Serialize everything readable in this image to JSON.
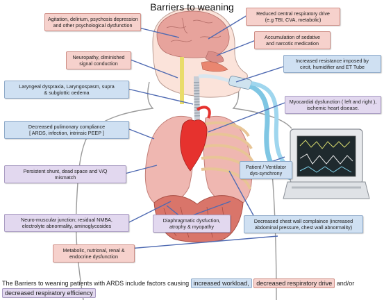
{
  "title": "Barriers to weaning",
  "boxes": {
    "agitation": [
      "Agitation, delirium, psychosis depression",
      "and other psychological dysfunction"
    ],
    "neuropathy": [
      "Neuropathy, diminished",
      "signal conduction"
    ],
    "laryngeal": [
      "Laryngeal dyspraxia, Laryngospasm, supra",
      "& subglottic oedema"
    ],
    "compliance": [
      "Decreased pulimonary compliance",
      "[ ARDS, infection, intrinsic PEEP ]"
    ],
    "shunt": [
      "Persistent shunt, dead space and V/Q",
      "mismatch"
    ],
    "neuromuscular": [
      "Neuro-muscular junction; residual NMBA,",
      "electrolyte abnormality, aminoglycosides"
    ],
    "metabolic": [
      "Metabolic, nutrional, renal &",
      "endocrine dysfunction"
    ],
    "central_drive": [
      "Reduced central respiratory drive",
      "(e.g TBI, CVA, metabolic)"
    ],
    "sedative": [
      "Accumulation of sedative",
      "and narcotic medication"
    ],
    "resistance": [
      "Increased resistance imposed by",
      "circit, humidifier and ET Tube"
    ],
    "myocardial": [
      "Myocardial dysfunction ( left and right ),",
      "ischemic heart disease."
    ],
    "synchrony": [
      "Patient / Ventilator",
      "dys-synchrony"
    ],
    "diaphragm": [
      "Diaphragmatic dysfuction,",
      "atrophy & myopathy"
    ],
    "chest_wall": [
      "Decreased chest wall complaince (increased",
      "abdominal pressure, chest wall abnormality)"
    ]
  },
  "footer": {
    "text_before": "The Barriers to weaning patients with ARDS include factors causing ",
    "tag_workload": "increased workload,",
    "tag_drive": "decreased respiratory drive",
    "text_and": " and/or",
    "tag_efficiency": "decreased respiratory efficiency"
  }
}
